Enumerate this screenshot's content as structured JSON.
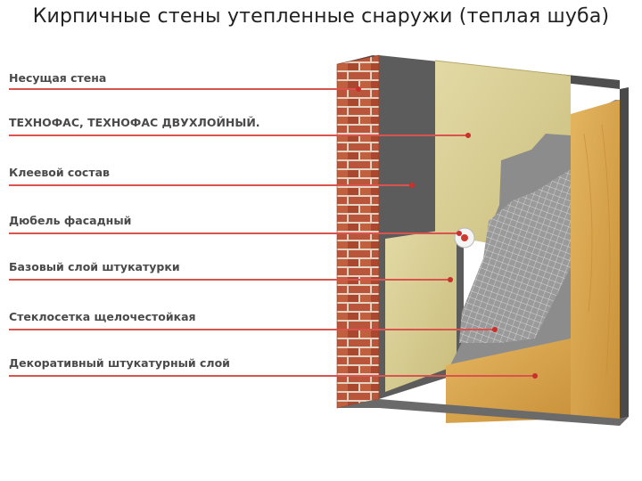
{
  "slide": {
    "title": "Кирпичные стены утепленные снаружи (теплая шуба)"
  },
  "layers": [
    {
      "label": "Несущая стена"
    },
    {
      "label": "ТЕХНОФАС, ТЕХНОФАС ДВУХЛОЙНЫЙ."
    },
    {
      "label": "Клеевой состав"
    },
    {
      "label": "Дюбель фасадный"
    },
    {
      "label": "Базовый слой штукатурки"
    },
    {
      "label": "Стеклосетка щелочестойкая"
    },
    {
      "label": "Декоративный штукатурный слой"
    }
  ],
  "colors": {
    "brick": "#b8553a",
    "mortar": "#e8d9c8",
    "insulation": "#d8cc92",
    "adhesive": "#6e6e6e",
    "plaster": "#8c8c8c",
    "decorative": "#d9a64a",
    "leader": "#d9534f"
  }
}
